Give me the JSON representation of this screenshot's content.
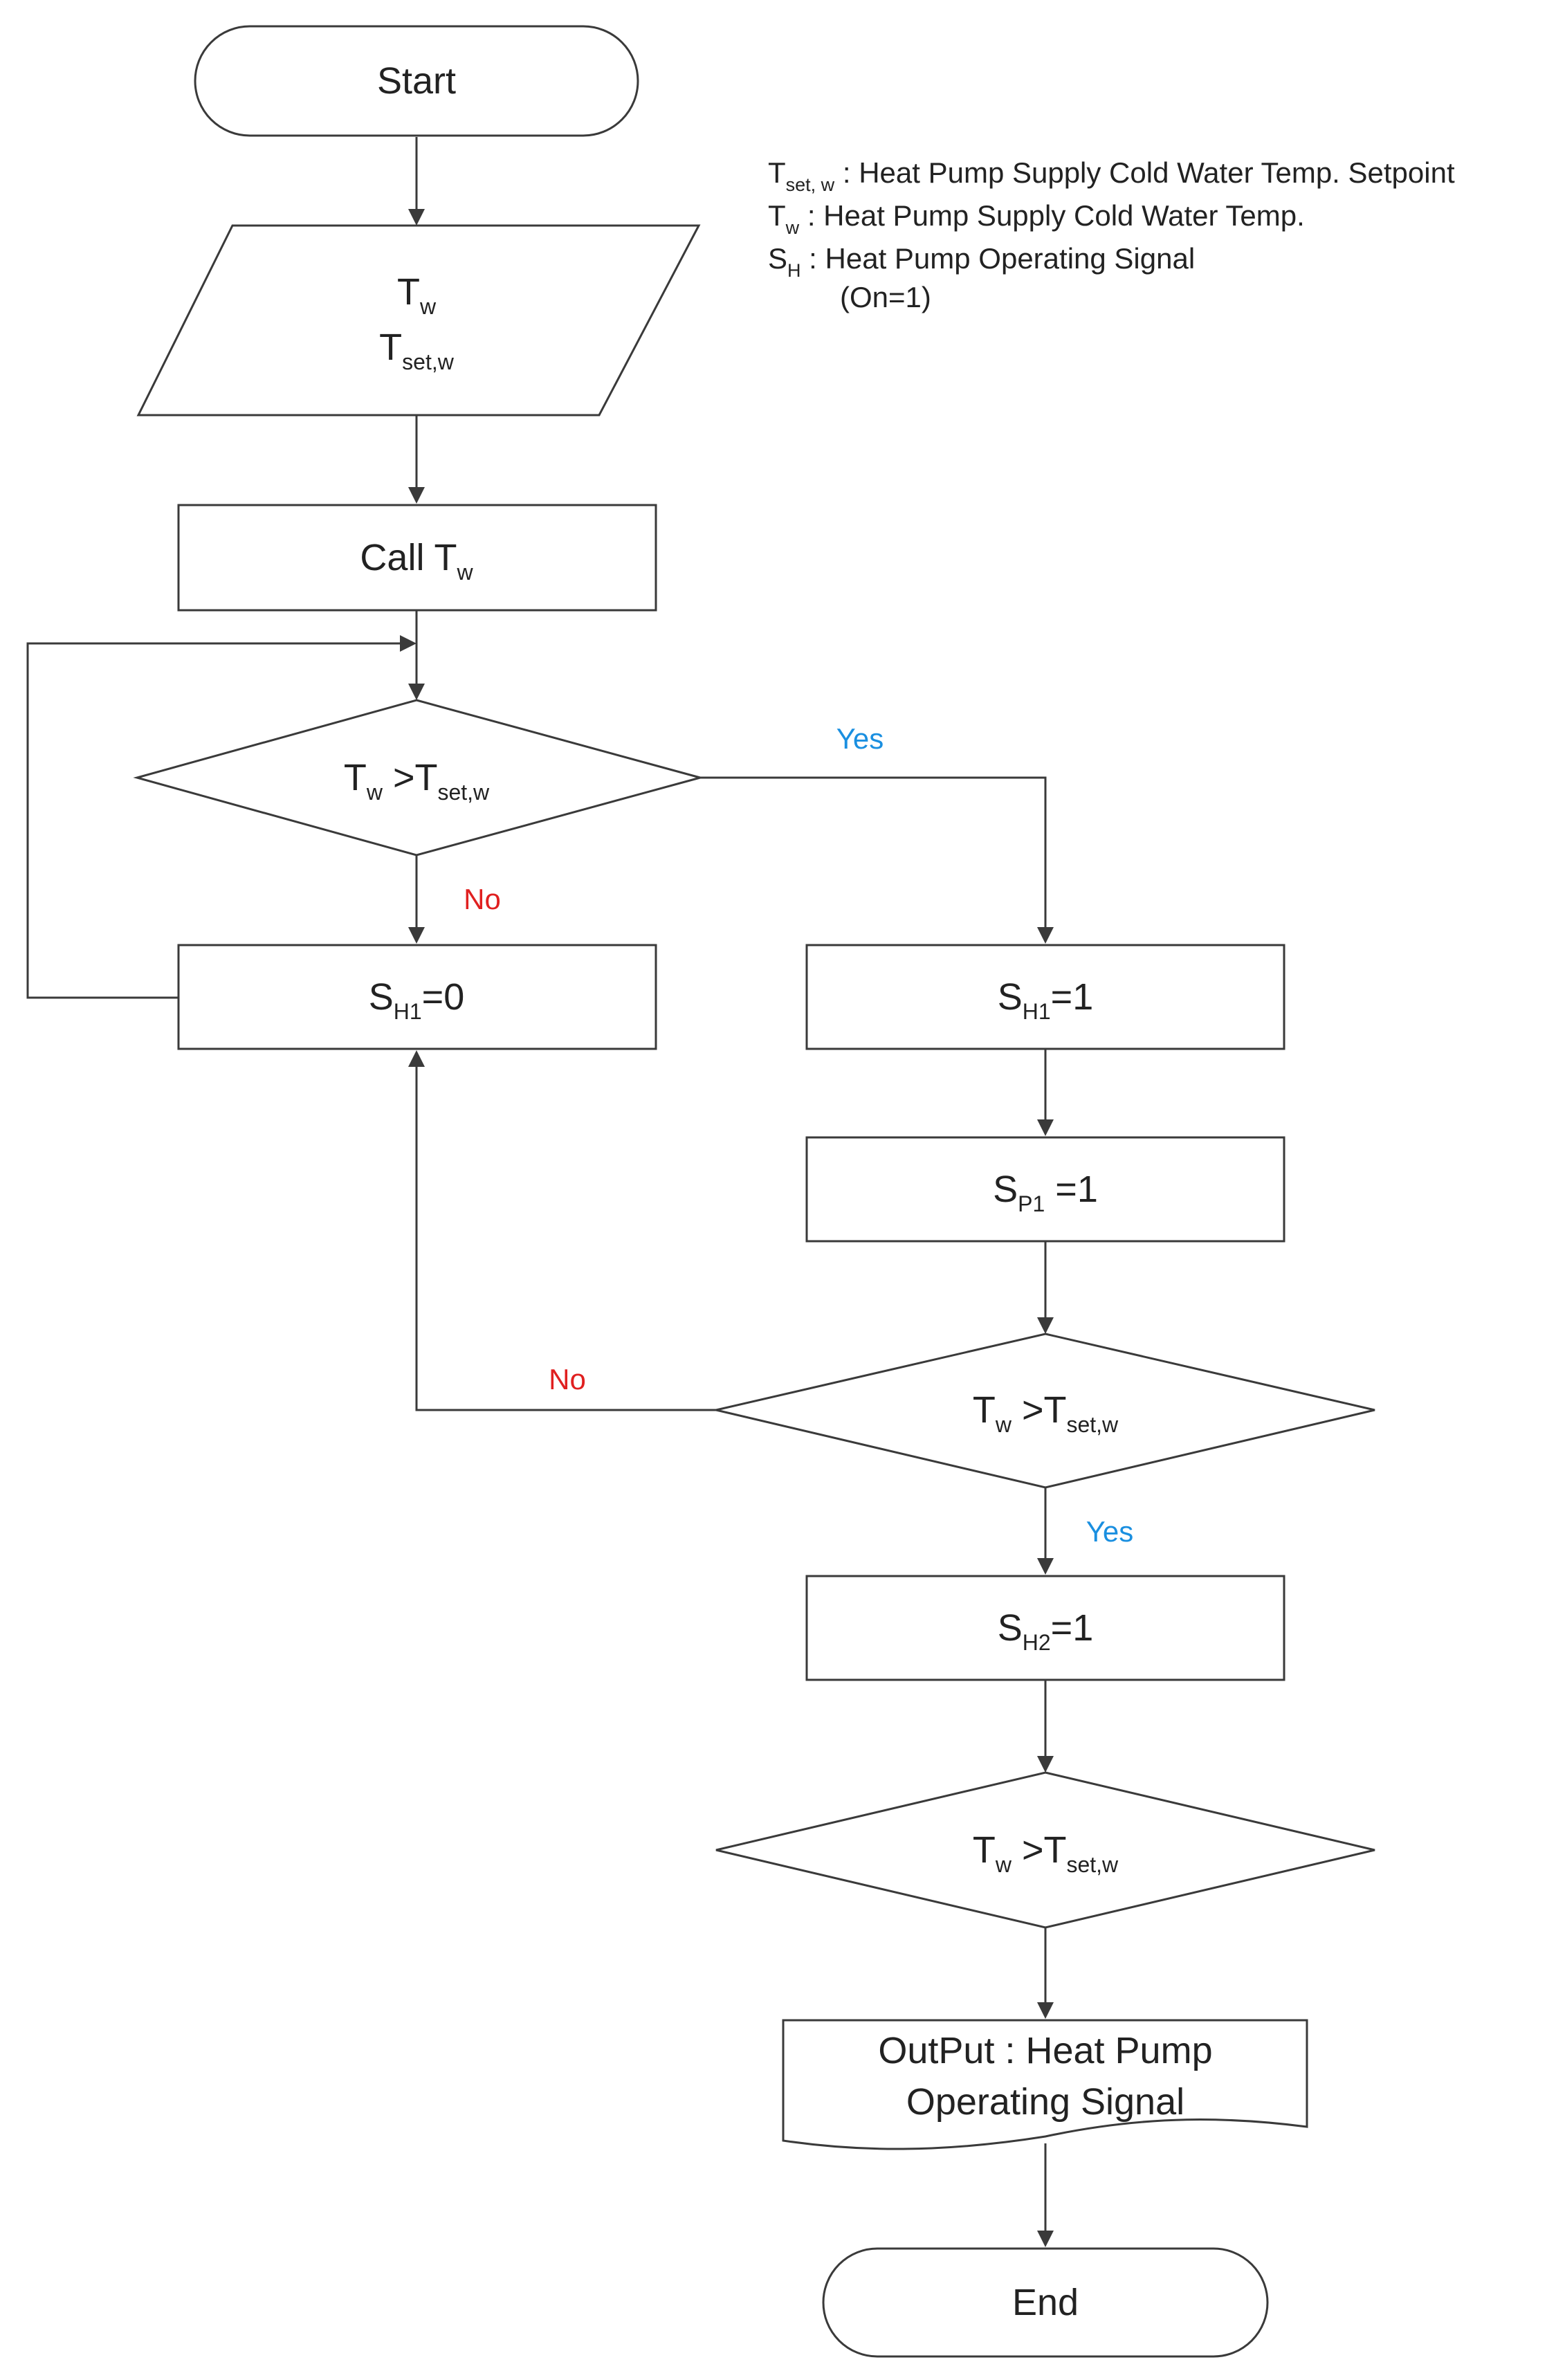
{
  "legend": {
    "row1_sym": "T",
    "row1_sub": "set, w",
    "row1_text": " : Heat Pump Supply Cold Water Temp. Setpoint",
    "row2_sym": "T",
    "row2_sub": "w",
    "row2_text": " : Heat Pump Supply Cold Water Temp.",
    "row3_sym": "S",
    "row3_sub": "H",
    "row3_text": " :  Heat Pump Operating Signal",
    "row4_text": "(On=1)"
  },
  "nodes": {
    "start": "Start",
    "input": {
      "l1_sym": "T",
      "l1_sub": "w",
      "l2_sym": "T",
      "l2_sub": "set,w"
    },
    "call": {
      "text": "Call T",
      "sub": "w"
    },
    "decision": {
      "a": "T",
      "a_sub": "w",
      "op": " >T",
      "b_sub": "set,w"
    },
    "sh1_zero": {
      "a": "S",
      "sub": "H1",
      "b": "=0"
    },
    "sh1_one": {
      "a": "S",
      "sub": "H1",
      "b": "=1"
    },
    "sp1_one": {
      "a": "S",
      "sub": "P1",
      "b": " =1"
    },
    "sh2_one": {
      "a": "S",
      "sub": "H2",
      "b": "=1"
    },
    "output": {
      "l1": "OutPut : Heat Pump",
      "l2": "Operating Signal"
    },
    "end": "End"
  },
  "labels": {
    "yes": "Yes",
    "no": "No"
  },
  "colors": {
    "yes": "#1a8fe0",
    "no": "#e02020",
    "stroke": "#3a3a3a"
  }
}
